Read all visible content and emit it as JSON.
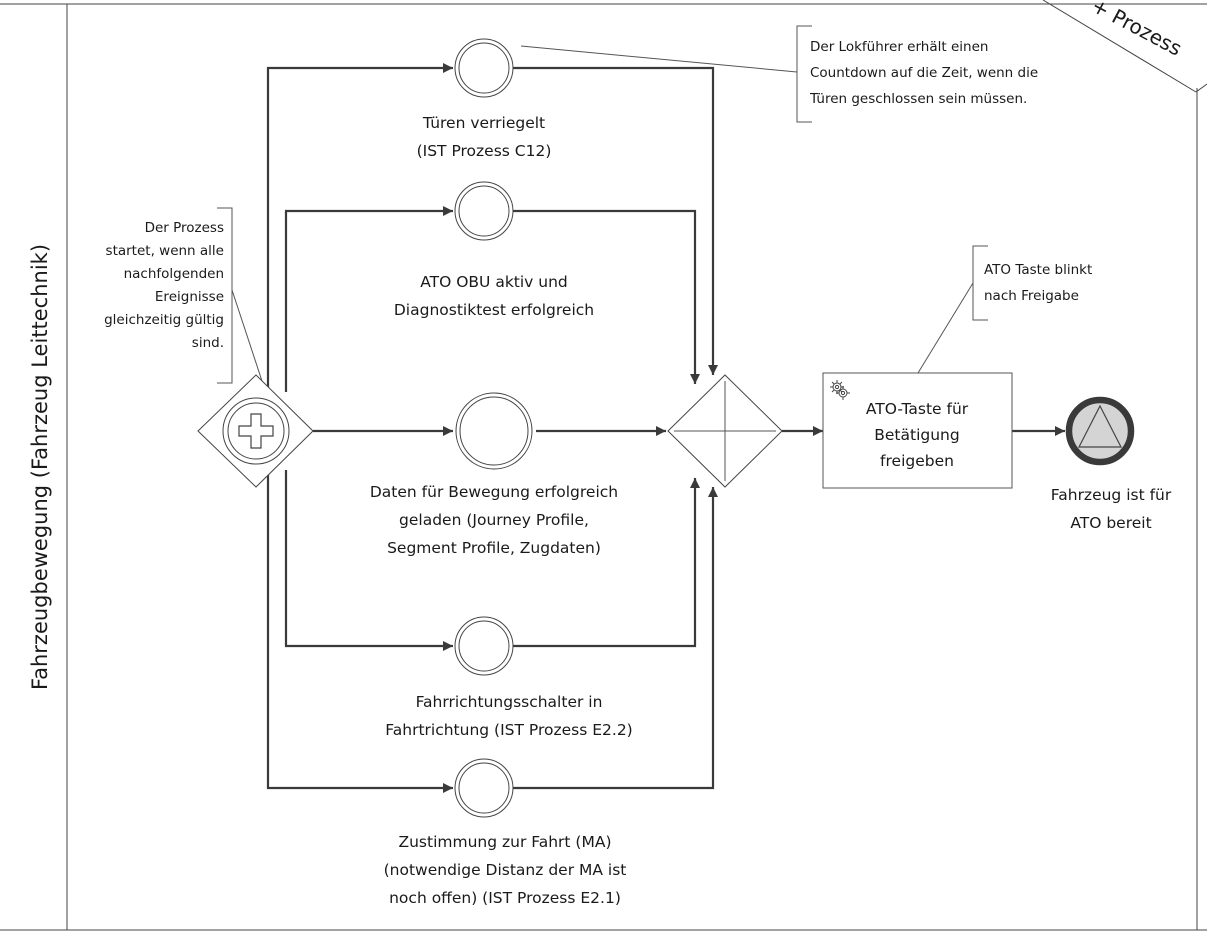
{
  "lane": {
    "label": "Fahrzeugbewegung (Fahrzeug Leittechnik)"
  },
  "corner_tag": {
    "text": "+ Prozess"
  },
  "start_annotation": {
    "lines": [
      "Der Prozess",
      "startet, wenn alle",
      "nachfolgenden",
      "Ereignisse",
      "gleichzeitig gültig",
      "sind."
    ]
  },
  "events": [
    {
      "lines": [
        "Türen verriegelt",
        "(IST Prozess C12)"
      ]
    },
    {
      "lines": [
        "ATO OBU aktiv und",
        "Diagnostiktest erfolgreich"
      ]
    },
    {
      "lines": [
        "Daten für Bewegung erfolgreich",
        "geladen (Journey Profile,",
        "Segment Profile, Zugdaten)"
      ]
    },
    {
      "lines": [
        "Fahrrichtungsschalter in",
        "Fahrtrichtung (IST Prozess E2.2)"
      ]
    },
    {
      "lines": [
        "Zustimmung zur Fahrt (MA)",
        "(notwendige Distanz der MA ist",
        "noch offen) (IST Prozess E2.1)"
      ]
    }
  ],
  "door_annotation": {
    "lines": [
      "Der Lokführer erhält einen",
      "Countdown auf die Zeit, wenn die",
      "Türen geschlossen sein müssen."
    ]
  },
  "task": {
    "lines": [
      "ATO-Taste für",
      "Betätigung",
      "freigeben"
    ],
    "icon": "gear-icon"
  },
  "task_annotation": {
    "lines": [
      "ATO Taste blinkt",
      "nach Freigabe"
    ]
  },
  "end_event": {
    "lines": [
      "Fahrzeug ist für",
      "ATO bereit"
    ],
    "icon": "signal-triangle-icon"
  }
}
